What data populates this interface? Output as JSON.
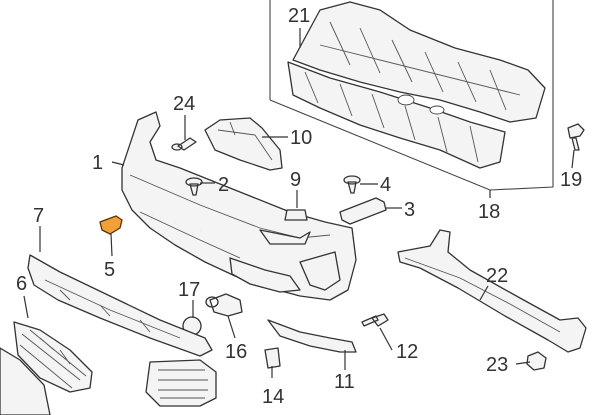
{
  "callouts": [
    {
      "id": "1",
      "label": "1"
    },
    {
      "id": "2",
      "label": "2"
    },
    {
      "id": "3",
      "label": "3"
    },
    {
      "id": "4",
      "label": "4"
    },
    {
      "id": "5",
      "label": "5",
      "highlight": true
    },
    {
      "id": "6",
      "label": "6"
    },
    {
      "id": "7",
      "label": "7"
    },
    {
      "id": "9",
      "label": "9"
    },
    {
      "id": "10",
      "label": "10"
    },
    {
      "id": "11",
      "label": "11"
    },
    {
      "id": "12",
      "label": "12"
    },
    {
      "id": "14",
      "label": "14"
    },
    {
      "id": "16",
      "label": "16"
    },
    {
      "id": "17",
      "label": "17"
    },
    {
      "id": "18",
      "label": "18"
    },
    {
      "id": "19",
      "label": "19"
    },
    {
      "id": "21",
      "label": "21"
    },
    {
      "id": "22",
      "label": "22"
    },
    {
      "id": "23",
      "label": "23"
    },
    {
      "id": "24",
      "label": "24"
    }
  ],
  "colors": {
    "highlight_fill": "#f2a13a",
    "line": "#333333"
  }
}
